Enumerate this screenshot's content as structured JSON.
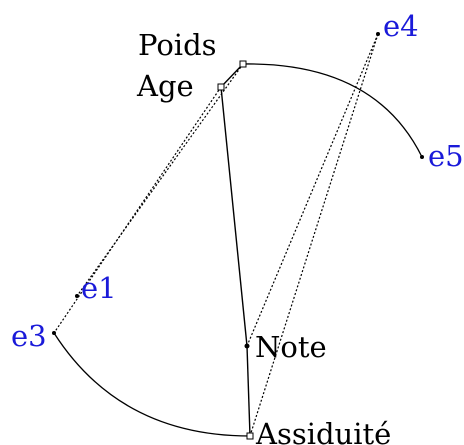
{
  "colors": {
    "variable_label": "#000000",
    "element_label": "#1a1ad9",
    "stroke": "#000000"
  },
  "variables": [
    {
      "id": "poids",
      "label": "Poids"
    },
    {
      "id": "age",
      "label": "Age"
    },
    {
      "id": "note",
      "label": "Note"
    },
    {
      "id": "assiduite",
      "label": "Assiduité"
    }
  ],
  "elements": [
    {
      "id": "e1",
      "label": "e1"
    },
    {
      "id": "e3",
      "label": "e3"
    },
    {
      "id": "e4",
      "label": "e4"
    },
    {
      "id": "e5",
      "label": "e5"
    }
  ]
}
